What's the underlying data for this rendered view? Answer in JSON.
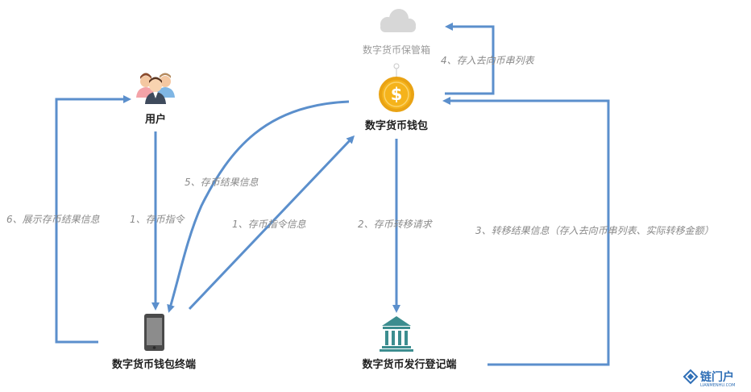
{
  "nodes": {
    "user": "用户",
    "cloud_box": "数字货币保管箱",
    "wallet": "数字货币钱包",
    "terminal": "数字货币钱包终端",
    "registry": "数字货币发行登记端"
  },
  "edges": {
    "user_to_terminal": "1、存币指令",
    "terminal_to_wallet": "1、存币指令信息",
    "wallet_to_terminal": "5、存币结果信息",
    "wallet_to_registry": "2、存币转移请求",
    "registry_to_wallet": "3、转移结果信息（存入去向币串列表、实际转移金额）",
    "wallet_to_cloud": "4、存入去向币串列表",
    "terminal_to_user": "6、展示存币结果信息"
  },
  "logo": {
    "text": "链门户",
    "sub": "LIANMENHU.COM"
  },
  "colors": {
    "arrow": "#5b8fcc",
    "coin": "#f5b31b",
    "bank": "#3c8d8f",
    "cloud": "#d7d7d7"
  }
}
